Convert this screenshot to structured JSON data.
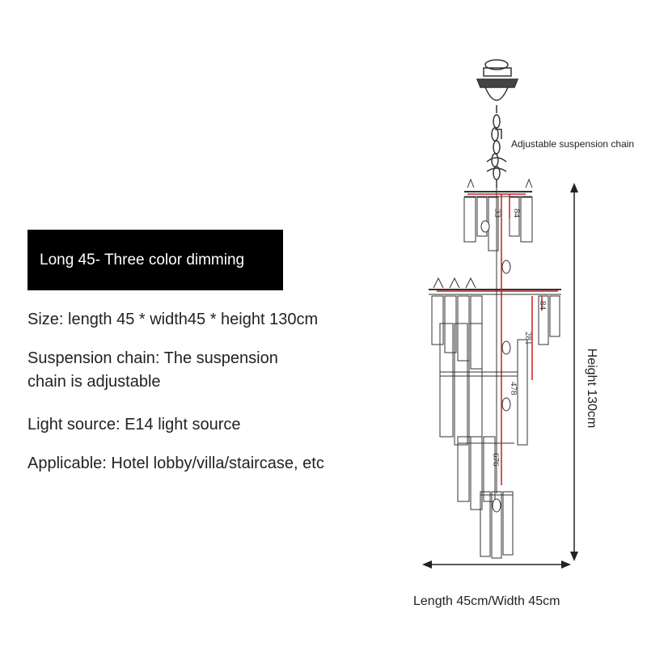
{
  "banner": {
    "text": "Long 45- Three color dimming"
  },
  "specs": {
    "size": "Size: length 45 * width45 * height 130cm",
    "chain_line1": "Suspension chain: The suspension",
    "chain_line2": "chain is adjustable",
    "light": "Light source: E14 light source",
    "applicable": "Applicable: Hotel lobby/villa/staircase, etc"
  },
  "drawing": {
    "chain_label": "Adjustable suspension chain",
    "height_label": "Height 130cm",
    "width_label": "Length 45cm/Width 45cm",
    "dims": {
      "d1": "84",
      "d2": "33",
      "d3": "84",
      "d4": "281",
      "d5": "478",
      "d6": "676"
    },
    "colors": {
      "line": "#333333",
      "red": "#c81e1e"
    }
  }
}
